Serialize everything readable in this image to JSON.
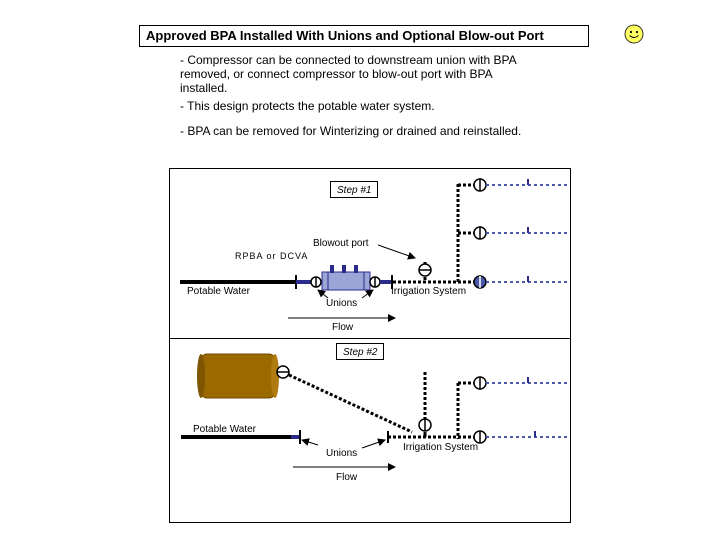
{
  "title": "Approved BPA Installed With Unions and Optional Blow-out Port",
  "notes": [
    "- Compressor can be connected to downstream union with BPA removed, or connect compressor to blow-out port with BPA installed.",
    "- This design protects the potable water system.",
    "- BPA can be removed for Winterizing or drained and reinstalled."
  ],
  "step1": {
    "step_label": "Step #1",
    "blowout_port": "Blowout port",
    "rpba_label": "RPBA or DCVA",
    "potable_water": "Potable Water",
    "unions": "Unions",
    "irrigation_system": "Irrigation System",
    "flow": "Flow"
  },
  "step2": {
    "step_label": "Step #2",
    "potable_water": "Potable Water",
    "unions": "Unions",
    "irrigation_system": "Irrigation System",
    "flow": "Flow"
  },
  "icons": [
    "smiley-icon"
  ],
  "colors": {
    "pipe_blue": "#2b2b8c",
    "valve_blue": "#4a5aa8",
    "tank_brown": "#9a6a00",
    "smiley_yellow": "#ffff66"
  }
}
